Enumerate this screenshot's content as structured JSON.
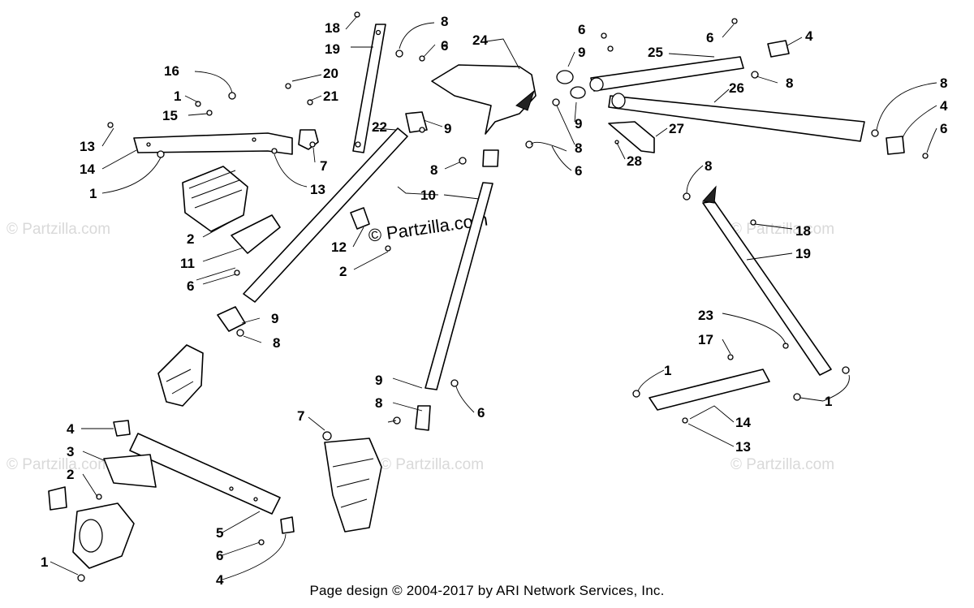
{
  "callouts": {
    "c1": "18",
    "c2": "8",
    "c3": "6",
    "c4": "19",
    "c5": "24",
    "c6": "20",
    "c7": "21",
    "c8": "16",
    "c9": "1",
    "c10": "15",
    "c11": "22",
    "c12": "9",
    "c13": "13",
    "c14": "14",
    "c15": "1",
    "c16": "7",
    "c17": "13",
    "c18": "2",
    "c19": "11",
    "c20": "6",
    "c21": "9",
    "c22": "8",
    "c23": "8",
    "c24": "6",
    "c25": "10",
    "c26": "12",
    "c27": "2",
    "c28": "6",
    "c29": "25",
    "c30": "6",
    "c31": "4",
    "c32": "9",
    "c33": "8",
    "c34": "26",
    "c35": "8",
    "c36": "9",
    "c37": "8",
    "c38": "27",
    "c39": "4",
    "c40": "6",
    "c41": "28",
    "c42": "8",
    "c43": "18",
    "c44": "19",
    "c45": "23",
    "c46": "17",
    "c47": "1",
    "c48": "14",
    "c49": "1",
    "c50": "13",
    "c51": "9",
    "c52": "8",
    "c53": "6",
    "c54": "7",
    "c55": "4",
    "c56": "3",
    "c57": "2",
    "c58": "5",
    "c59": "6",
    "c60": "4",
    "c61": "1"
  },
  "watermark": {
    "text": "© Partzilla.com"
  },
  "footer": "Page design © 2004-2017 by ARI Network Services, Inc."
}
